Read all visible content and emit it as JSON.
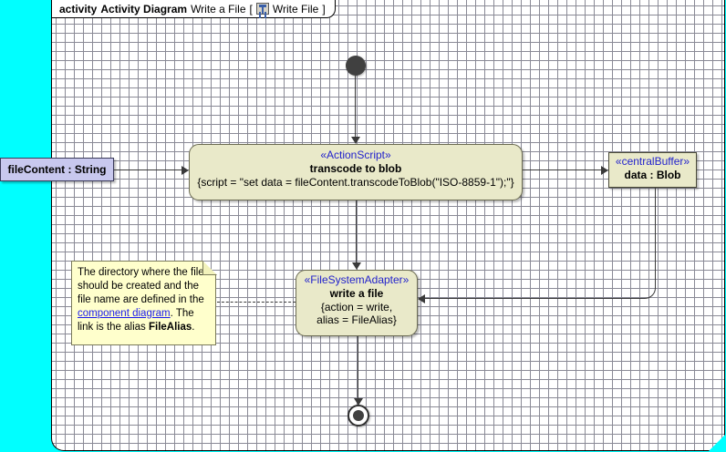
{
  "diagram": {
    "kind_label": "activity",
    "type_label": "Activity Diagram",
    "name": "Write a File",
    "bracket_open": "[",
    "bracket_close": "]",
    "frame_ref": "Write File",
    "frame_icon": "activity-diagram-icon"
  },
  "nodes": {
    "initial": {
      "name": "initial-node"
    },
    "final": {
      "name": "activity-final-node"
    },
    "transcode": {
      "stereotype": "«ActionScript»",
      "title": "transcode to blob",
      "body": "{script = \"set data = fileContent.transcodeToBlob(\"ISO-8859-1\");\"}"
    },
    "write": {
      "stereotype": "«FileSystemAdapter»",
      "title": "write a file",
      "body_line1": "{action = write,",
      "body_line2": "alias = FileAlias}"
    },
    "buffer": {
      "stereotype": "«centralBuffer»",
      "title": "data : Blob"
    },
    "parameter_pin": {
      "label": "fileContent : String"
    }
  },
  "note": {
    "text_part1": "The directory where the file should be created and the file name are defined in the ",
    "link": "component diagram",
    "text_part2": ". The link is the alias ",
    "bold": "FileAlias",
    "text_part3": "."
  },
  "colors": {
    "canvas_outside": "#00ffff",
    "canvas": "#ffffff",
    "node_fill": "#e9e9c9",
    "node_border": "#6b6b52",
    "note_fill": "#ffffcc",
    "pin_fill": "#c8c8ee",
    "stereotype_text": "#2222cc",
    "link_text": "#1a1aee",
    "edge": "#3a3a3a",
    "grid_dot": "#8a8a96"
  }
}
